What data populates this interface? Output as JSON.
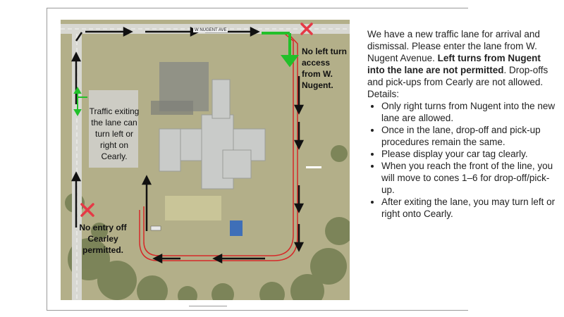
{
  "map": {
    "street_label": "W NUGENT AVE",
    "annotation_no_left_turn": "No left turn access from W. Nugent.",
    "annotation_traffic_exiting": "Traffic exiting the lane can turn left or right on Cearly.",
    "annotation_no_entry": "No entry off Cearley permitted.",
    "colors": {
      "lane_red": "#d62828",
      "arrow_green": "#22c02a",
      "arrow_black": "#111111",
      "cross_red": "#e63946"
    }
  },
  "info": {
    "intro_plain": "We have a new traffic lane for arrival and dismissal. Please enter the lane from W. Nugent Avenue. ",
    "intro_bold": "Left turns from Nugent into the lane are not permitted",
    "intro_tail": ". Drop-offs and pick-ups from Cearly are not allowed.",
    "details_label": "Details:",
    "details": [
      "Only right turns from Nugent into the new lane are allowed.",
      "Once in the lane, drop-off and pick-up procedures remain the same.",
      "Please display your car tag clearly.",
      "When you reach the front of the line, you will move to cones 1–6 for drop-off/pick-up.",
      "After exiting the lane, you may turn left or right onto Cearly."
    ]
  }
}
